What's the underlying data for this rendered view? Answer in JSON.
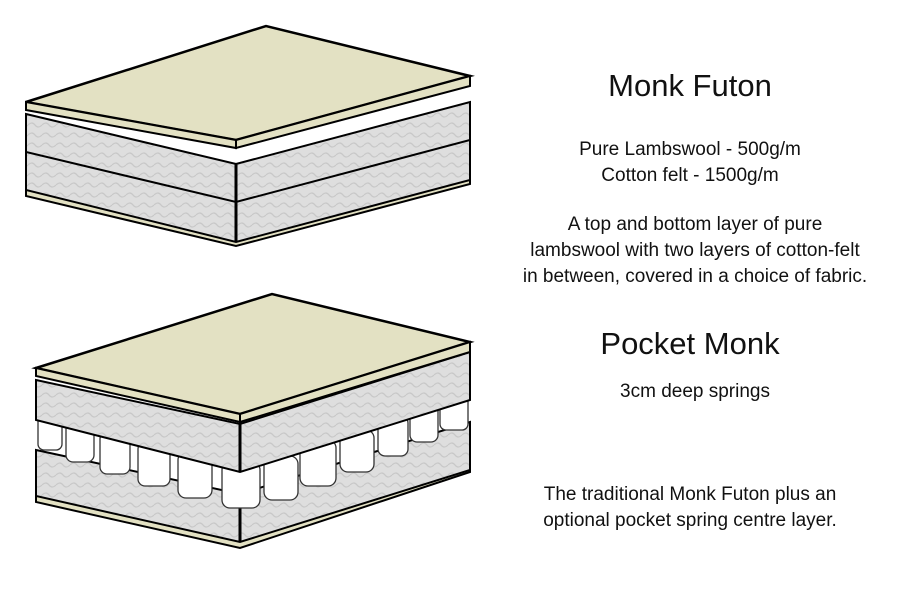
{
  "products": [
    {
      "name": "Monk Futon",
      "specs": [
        "Pure Lambswool - 500g/m",
        "Cotton felt - 1500g/m"
      ],
      "description": [
        "A top and bottom layer of pure",
        "lambswool with two layers of cotton-felt",
        "in between, covered in a choice of fabric."
      ]
    },
    {
      "name": "Pocket Monk",
      "specs": [
        "3cm deep springs"
      ],
      "description": [
        "The traditional Monk Futon plus an",
        "optional pocket spring centre layer."
      ]
    }
  ],
  "colors": {
    "wool": "#e3e1c3",
    "felt": "#dcdcdc",
    "outline": "#000000"
  }
}
